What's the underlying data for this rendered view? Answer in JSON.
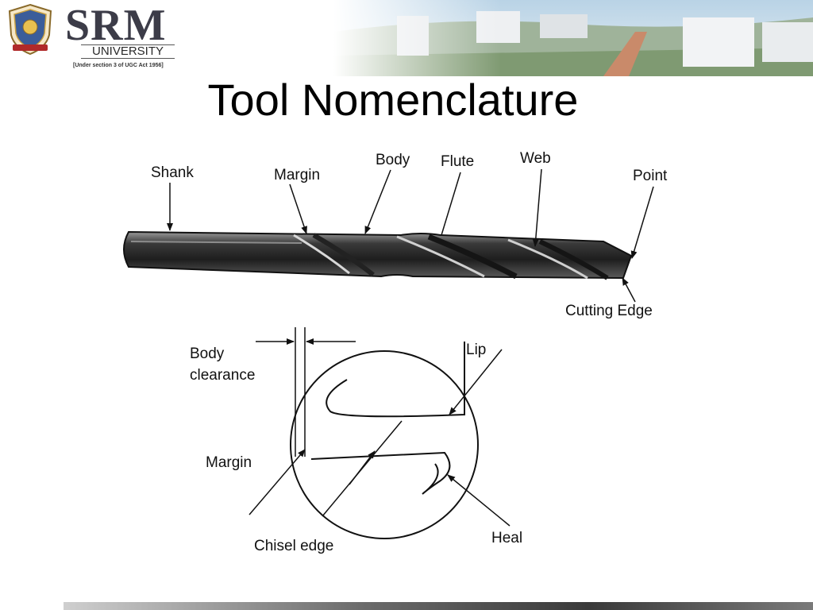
{
  "header": {
    "brand_name": "SRM",
    "brand_sub": "UNIVERSITY",
    "brand_note": "[Under section 3 of UGC Act 1956]",
    "logo_icon": "university-crest-icon"
  },
  "slide": {
    "title": "Tool Nomenclature"
  },
  "drill_labels": {
    "shank": "Shank",
    "margin": "Margin",
    "body": "Body",
    "flute": "Flute",
    "web": "Web",
    "point": "Point",
    "cutting_edge": "Cutting Edge"
  },
  "section_labels": {
    "body_clearance_line1": "Body",
    "body_clearance_line2": "clearance",
    "lip": "Lip",
    "margin": "Margin",
    "chisel_edge": "Chisel edge",
    "heal": "Heal"
  },
  "colors": {
    "title": "#000000",
    "brand": "#3c3c48",
    "line": "#111111"
  }
}
